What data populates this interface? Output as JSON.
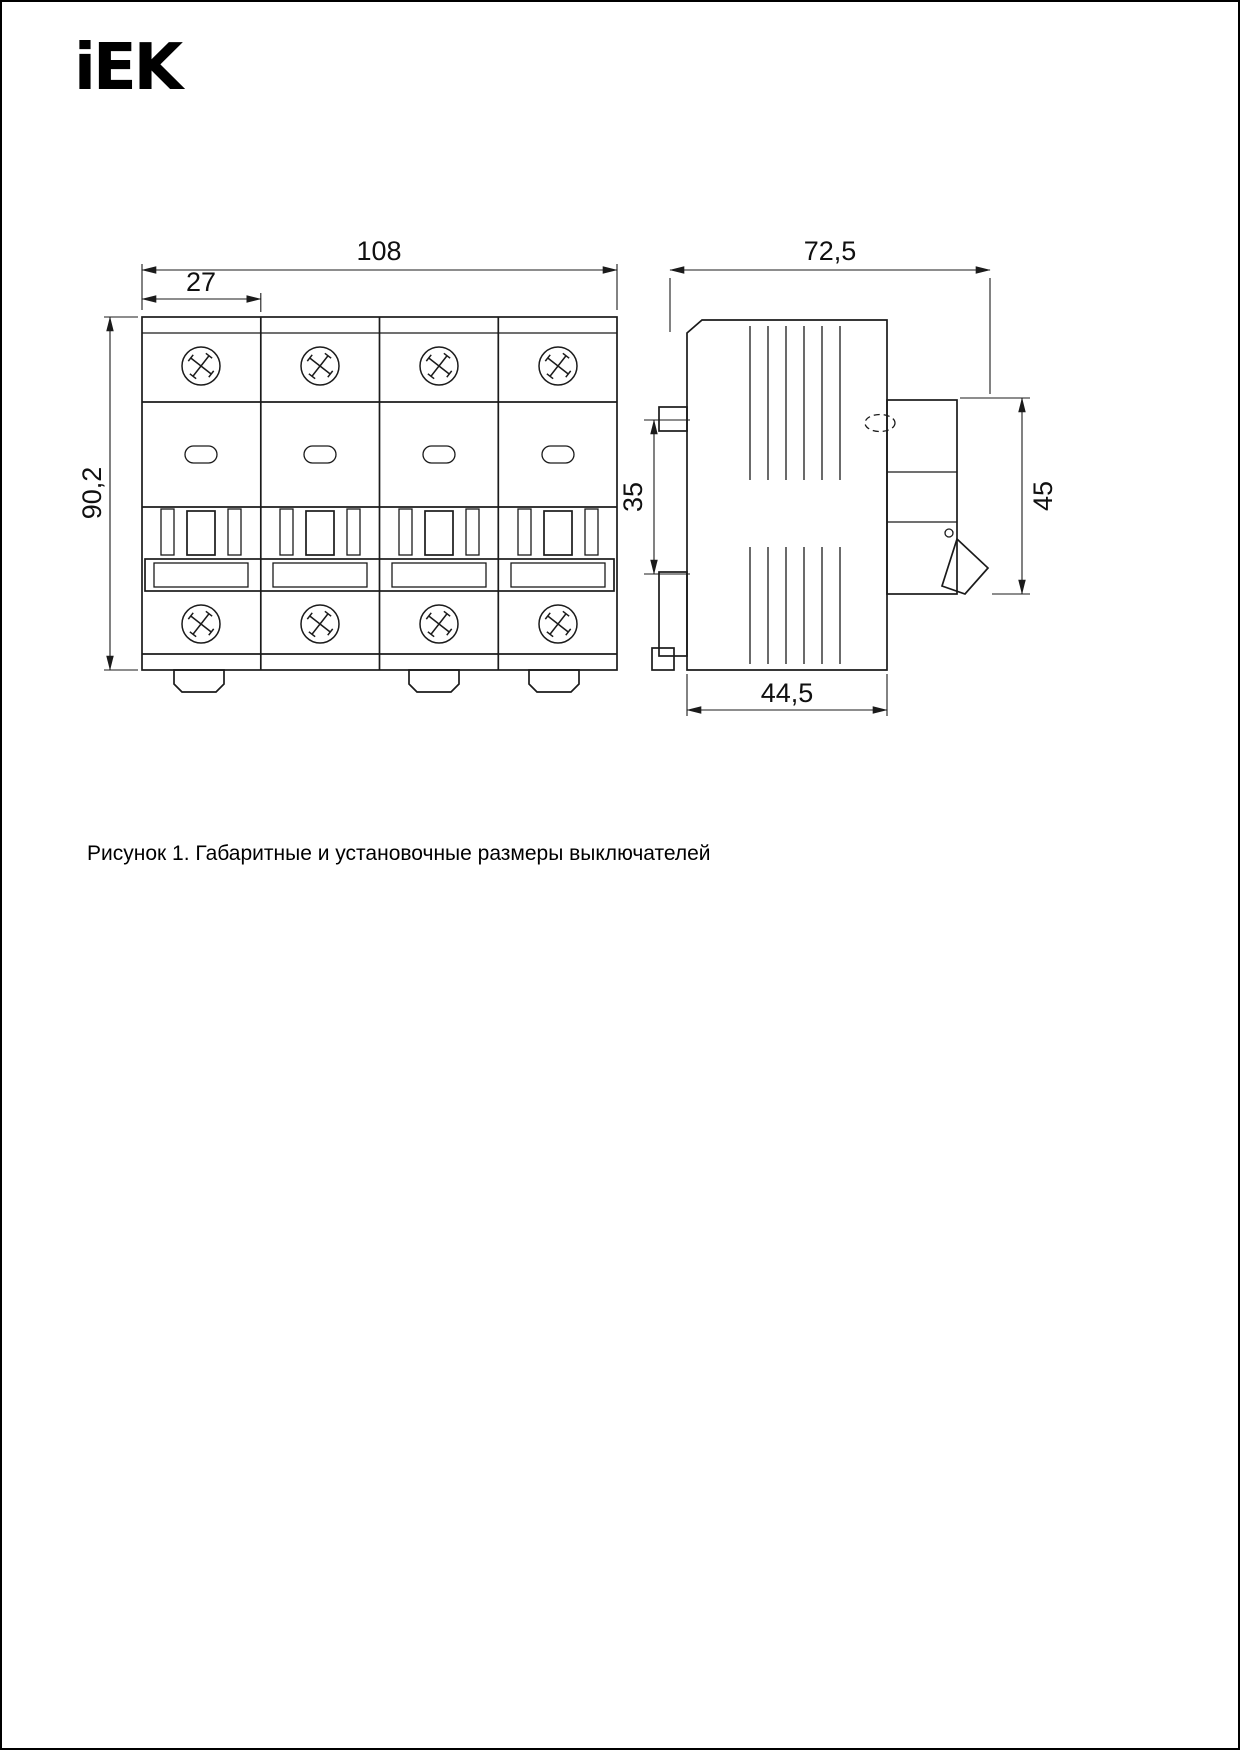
{
  "logo": {
    "text": "iEK"
  },
  "front_view": {
    "width_mm": "108",
    "pole_width_mm": "27",
    "height_mm": "90,2"
  },
  "side_view": {
    "depth_mm": "72,5",
    "din_rail_mm": "35",
    "front_height_mm": "45",
    "base_depth_mm": "44,5"
  },
  "caption": "Рисунок 1. Габаритные и установочные размеры выключателей"
}
